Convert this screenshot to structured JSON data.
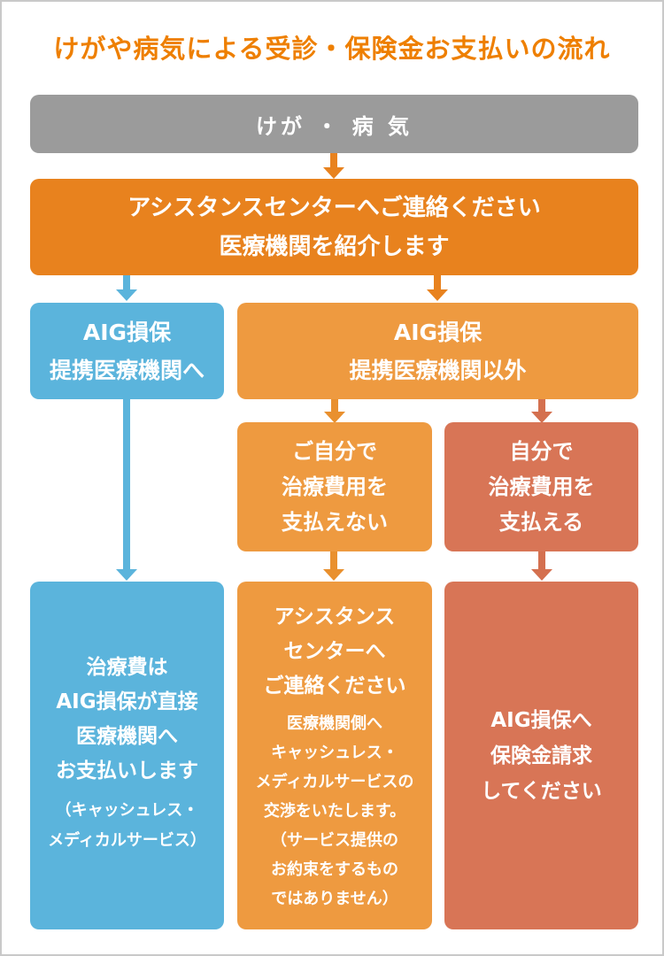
{
  "title": "けがや病気による受診・保険金お支払いの流れ",
  "colors": {
    "title": "#ee7f00",
    "border": "#c9c9c9",
    "gray_box": "#9b9b9b",
    "dark_orange_box": "#e8821e",
    "light_orange_box": "#ee9a40",
    "blue_box": "#5bb4dc",
    "salmon_box": "#d87556",
    "orange_arrow": "#e9902e",
    "salmon_arrow": "#d4704f",
    "box_text": "#ffffff"
  },
  "flow": {
    "start": {
      "label": "けが ・ 病 気"
    },
    "contact": {
      "line1": "アシスタンスセンターへご連絡ください",
      "line2": "医療機関を紹介します"
    },
    "partner": {
      "line1": "AIG損保",
      "line2": "提携医療機関へ"
    },
    "non_partner": {
      "line1": "AIG損保",
      "line2": "提携医療機関以外"
    },
    "cannot_pay": {
      "line1": "ご自分で",
      "line2": "治療費用を",
      "line3": "支払えない"
    },
    "can_pay": {
      "line1": "自分で",
      "line2": "治療費用を",
      "line3": "支払える"
    },
    "direct_pay": {
      "main": [
        "治療費は",
        "AIG損保が直接",
        "医療機関へ",
        "お支払いします"
      ],
      "note": [
        "（キャッシュレス・",
        "メディカルサービス）"
      ]
    },
    "contact2": {
      "main": [
        "アシスタンス",
        "センターへ",
        "ご連絡ください"
      ],
      "note": [
        "医療機関側へ",
        "キャッシュレス・",
        "メディカルサービスの",
        "交渉をいたします。",
        "（サービス提供の",
        "お約束をするもの",
        "ではありません）"
      ]
    },
    "claim": {
      "main": [
        "AIG損保へ",
        "保険金請求",
        "してください"
      ]
    }
  }
}
